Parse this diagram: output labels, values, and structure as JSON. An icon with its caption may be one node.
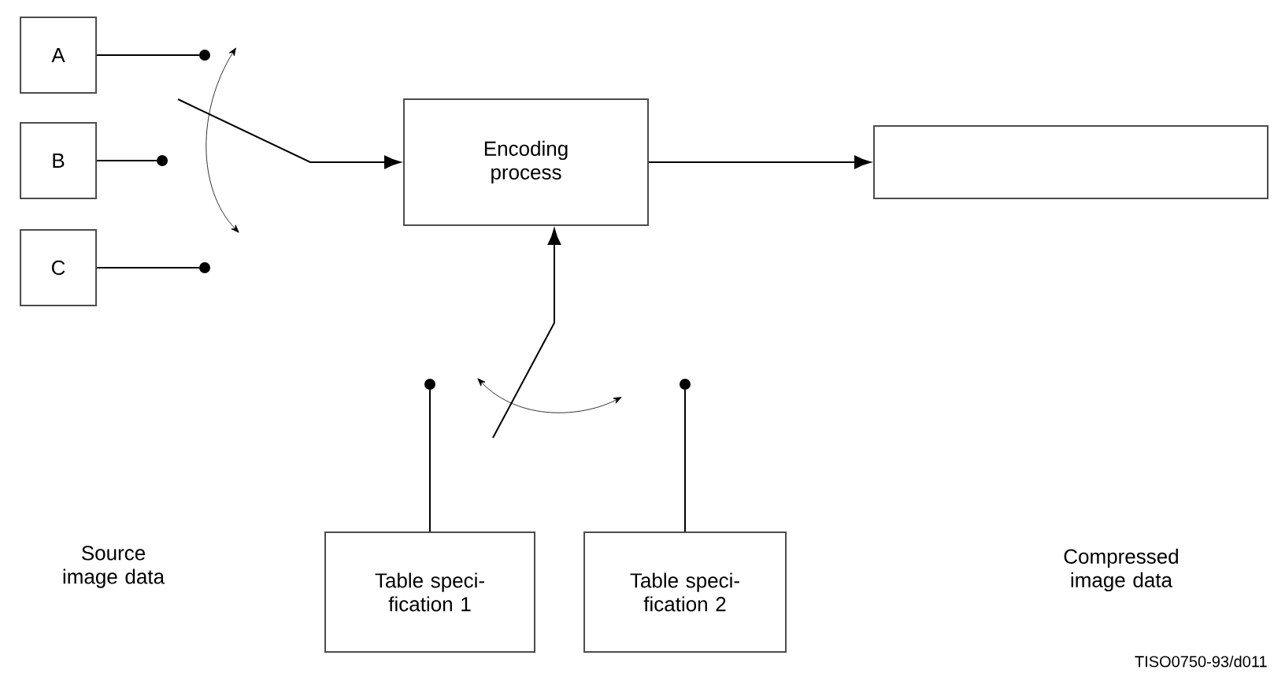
{
  "diagram": {
    "nodes": [
      {
        "text": [
          "A"
        ]
      },
      {
        "text": [
          "B"
        ]
      },
      {
        "text": [
          "C"
        ]
      },
      {
        "text": [
          "Encoding process"
        ]
      },
      {
        "text": [],
        "shape": "box"
      },
      {
        "text": [
          "Table speci- fication 1"
        ]
      },
      {
        "text": [
          "Table speci- fication 2"
        ]
      },
      {
        "text": [],
        "shape": "circle"
      },
      {
        "text": [],
        "shape": "circle"
      },
      {
        "text": [],
        "shape": "circle"
      },
      {
        "text": [],
        "shape": "circle"
      },
      {
        "text": [],
        "shape": "circle"
      }
    ],
    "edges": [
      {
        "from": 0,
        "to": 7,
        "arrow": "none"
      },
      {
        "from": 1,
        "to": 8,
        "arrow": "none"
      },
      {
        "from": 2,
        "to": 9,
        "arrow": "none"
      },
      {
        "from": null,
        "to": 3,
        "arrow": "to"
      },
      {
        "from": 3,
        "to": 4,
        "arrow": "to"
      },
      {
        "from": 5,
        "to": 10,
        "arrow": "none"
      },
      {
        "from": 6,
        "to": 11,
        "arrow": "none"
      },
      {
        "from": null,
        "to": 3,
        "arrow": "to"
      }
    ],
    "labels": [
      "Source image data",
      "Compressed image data",
      "TISO0750-93/d011"
    ]
  }
}
